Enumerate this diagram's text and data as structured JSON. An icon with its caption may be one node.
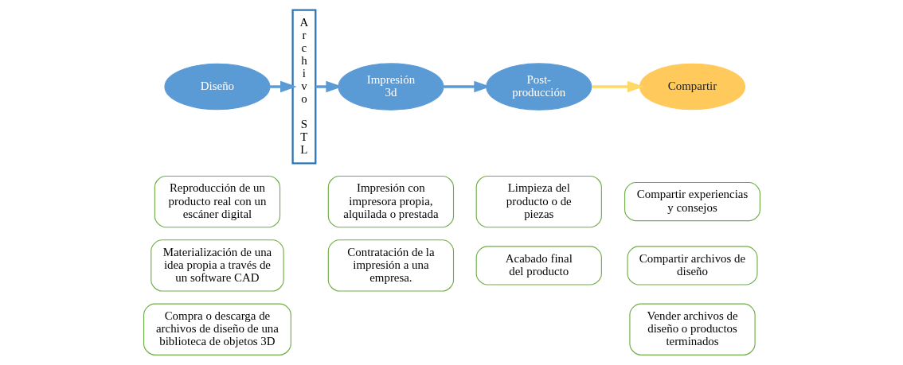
{
  "diagram": {
    "nodes": [
      {
        "text": [
          "Diseño"
        ]
      },
      {
        "text": [
          "Archivo STL"
        ]
      },
      {
        "text": [
          "Impresión 3d"
        ]
      },
      {
        "text": [
          "Post-producción"
        ]
      },
      {
        "text": [
          "Compartir"
        ]
      },
      {
        "text": [
          "Reproducción de un producto real con un escáner digital"
        ]
      },
      {
        "text": [
          "Materialización de una idea propia a través de un software CAD"
        ]
      },
      {
        "text": [
          "Compra o descarga de archivos de diseño de una biblioteca de objetos 3D"
        ]
      },
      {
        "text": [
          "Impresión con impresora propia, alquilada o prestada"
        ]
      },
      {
        "text": [
          "Contratación de la impresión a una empresa."
        ]
      },
      {
        "text": [
          "Limpieza del producto o de piezas"
        ]
      },
      {
        "text": [
          "Acabado final del producto"
        ]
      },
      {
        "text": [
          "Compartir experiencias y consejos"
        ]
      },
      {
        "text": [
          "Compartir archivos de diseño"
        ]
      },
      {
        "text": [
          "Vender archivos de diseño o productos terminados"
        ]
      }
    ],
    "edges": [
      {
        "from": 0,
        "to": 1,
        "arrow": "to"
      },
      {
        "from": 1,
        "to": 2,
        "arrow": "to"
      },
      {
        "from": 2,
        "to": 3,
        "arrow": "to"
      },
      {
        "from": 3,
        "to": 4,
        "arrow": "to",
        "color": "#ffd966"
      }
    ]
  }
}
